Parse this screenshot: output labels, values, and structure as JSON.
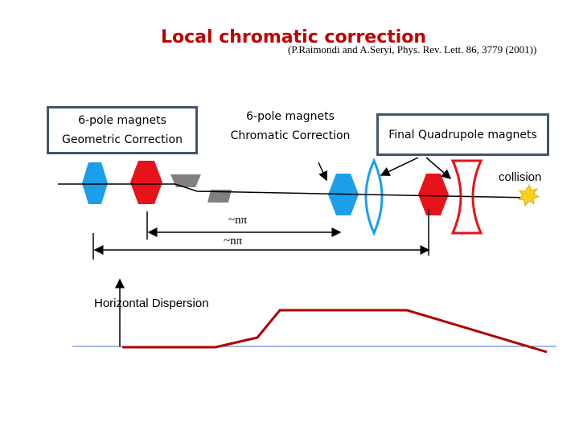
{
  "title": "Local chromatic correction",
  "reference": "(P.Raimondi and A.Seryi, Phys. Rev. Lett. 86, 3779 (2001))",
  "geometric_box": {
    "line1": "6-pole magnets",
    "line2": "Geometric Correction"
  },
  "chromatic_box": {
    "line1": "6-pole magnets",
    "line2": "Chromatic Correction"
  },
  "final_quad_box": {
    "label": "Final Quadrupole magnets"
  },
  "collision_label": "collision",
  "phase_label_1": "~nπ",
  "phase_label_2": "~nπ",
  "dispersion_label": "Horizontal Dispersion",
  "colors": {
    "title": "#c00000",
    "box_border": "#44546a",
    "blue_magnet": "#1a9fe8",
    "red_magnet": "#e8121a",
    "bend": "#808080",
    "dispersion_curve": "#b00000",
    "baseline": "#4472c4",
    "collision_star": "#f5d21f"
  }
}
